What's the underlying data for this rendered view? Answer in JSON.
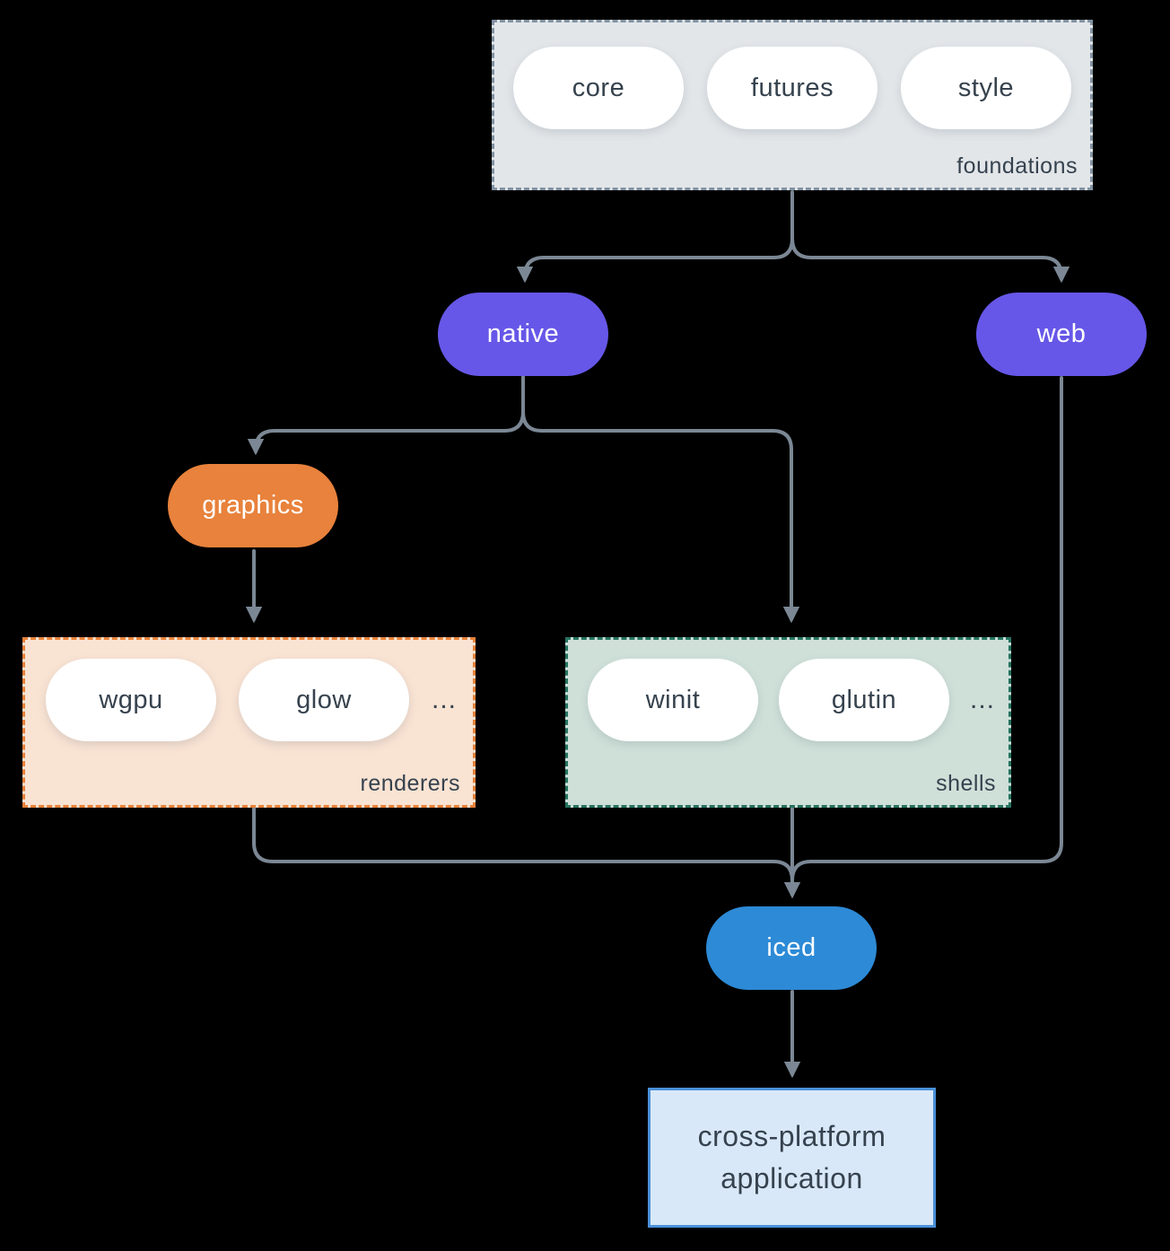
{
  "colors": {
    "background": "#000000",
    "connector": "#7b8794",
    "dark_text": "#36424e",
    "purple_node": "#6657e8",
    "orange_node": "#e8823c",
    "blue_node": "#2d8ad6",
    "foundations_fill": "#e2e6e9",
    "foundations_border": "#8292a2",
    "renderers_fill": "#f9e3d3",
    "renderers_border": "#e8823a",
    "shells_fill": "#cfe0d9",
    "shells_border": "#26735f",
    "application_fill": "#d8e8f8",
    "application_border": "#4a90d9"
  },
  "groups": {
    "foundations": {
      "label": "foundations",
      "items": [
        "core",
        "futures",
        "style"
      ]
    },
    "renderers": {
      "label": "renderers",
      "items": [
        "wgpu",
        "glow"
      ],
      "ellipsis": "..."
    },
    "shells": {
      "label": "shells",
      "items": [
        "winit",
        "glutin"
      ],
      "ellipsis": "..."
    }
  },
  "nodes": {
    "native": {
      "label": "native"
    },
    "web": {
      "label": "web"
    },
    "graphics": {
      "label": "graphics"
    },
    "iced": {
      "label": "iced"
    },
    "application": {
      "line1": "cross-platform",
      "line2": "application"
    }
  }
}
